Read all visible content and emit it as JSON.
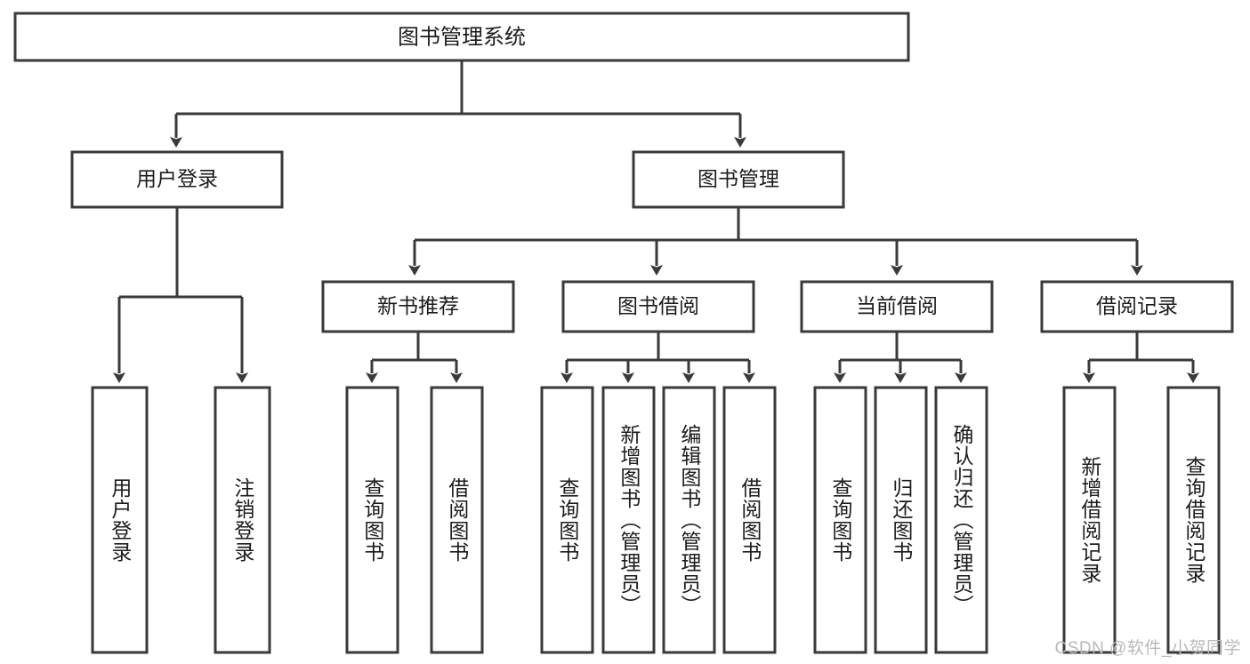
{
  "diagram": {
    "title": "图书管理系统",
    "type": "tree-hierarchy",
    "root": {
      "label": "图书管理系统"
    },
    "level2": [
      {
        "label": "用户登录"
      },
      {
        "label": "图书管理"
      }
    ],
    "level3": [
      {
        "label": "新书推荐"
      },
      {
        "label": "图书借阅"
      },
      {
        "label": "当前借阅"
      },
      {
        "label": "借阅记录"
      }
    ],
    "leaves": [
      {
        "label": "用户登录",
        "parent": "用户登录"
      },
      {
        "label": "注销登录",
        "parent": "用户登录"
      },
      {
        "label": "查询图书",
        "parent": "新书推荐"
      },
      {
        "label": "借阅图书",
        "parent": "新书推荐"
      },
      {
        "label": "查询图书",
        "parent": "图书借阅"
      },
      {
        "label": "新增图书（管理员）",
        "parent": "图书借阅"
      },
      {
        "label": "编辑图书（管理员）",
        "parent": "图书借阅"
      },
      {
        "label": "借阅图书",
        "parent": "图书借阅"
      },
      {
        "label": "查询图书",
        "parent": "当前借阅"
      },
      {
        "label": "归还图书",
        "parent": "当前借阅"
      },
      {
        "label": "确认归还（管理员）",
        "parent": "当前借阅"
      },
      {
        "label": "新增借阅记录",
        "parent": "借阅记录"
      },
      {
        "label": "查询借阅记录",
        "parent": "借阅记录"
      }
    ]
  },
  "watermark": {
    "text": "CSDN @软件_小贺同学"
  },
  "colors": {
    "stroke": "#3a3a3a",
    "text": "#1c1c1c",
    "background": "#ffffff",
    "watermark": "#b9b9b9"
  }
}
